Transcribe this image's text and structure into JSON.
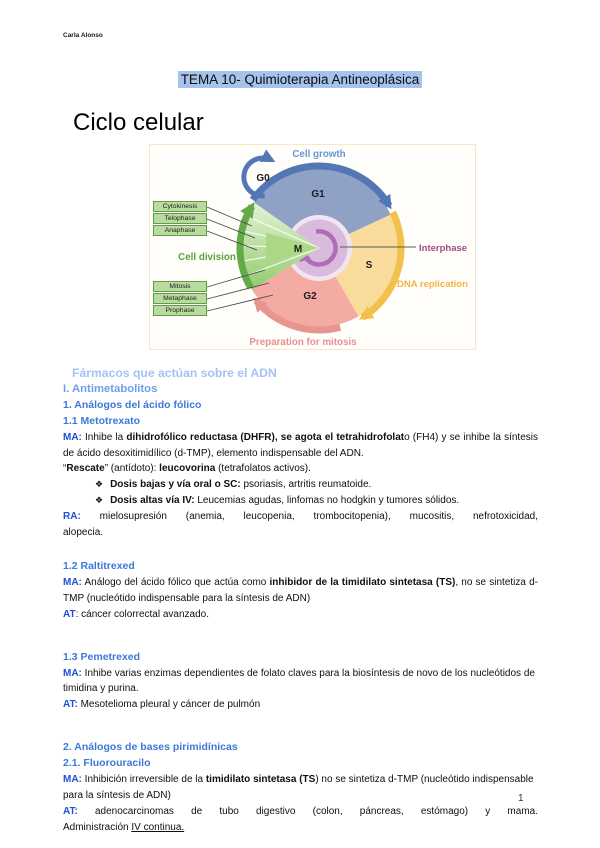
{
  "page": {
    "author": "Carla Alonso",
    "title": "TEMA 10- Quimioterapia Antineoplásica",
    "main_heading": "Ciclo celular",
    "page_number": "1"
  },
  "diagram": {
    "labels": {
      "cell_growth": "Cell growth",
      "g0": "G0",
      "g1": "G1",
      "s": "S",
      "g2": "G2",
      "m": "M",
      "interphase": "Interphase",
      "dna_replication": "DNA replication",
      "preparation_for_mitosis": "Preparation for mitosis",
      "cell_division": "Cell division"
    },
    "mitosis_boxes_top": [
      "Cytokinesis",
      "Telophase",
      "Anaphase"
    ],
    "mitosis_boxes_bottom": [
      "Mitosis",
      "Metaphase",
      "Prophase"
    ],
    "colors": {
      "g1_fill": "#8fa2c6",
      "g1_arc": "#5377b5",
      "s_fill": "#f9dc9c",
      "s_arc": "#f3c04c",
      "g2_fill": "#f4aba4",
      "g2_arc": "#e8958f",
      "m_arc": "#65aa49",
      "m_pointer": "#abd786",
      "center_halo": "#f2e4f0",
      "center_fill": "#d9bbde",
      "center_arrow": "#b06cb5",
      "box_fill": "#b9db9e",
      "box_border": "#5f9e49",
      "label_growth": "#6b96d2",
      "label_interphase": "#a34b80",
      "label_dna": "#f5b33f",
      "label_prep": "#e89090",
      "label_division": "#58a33c",
      "figure_border": "#f8e6c4"
    }
  },
  "content": {
    "bullet_char": "❖",
    "blocks": [
      {
        "type": "h1",
        "name": "heading-farmacos-adn",
        "text": "Fármacos que actúan sobre el ADN"
      },
      {
        "type": "h2",
        "name": "heading-antimetabolitos",
        "text": "I. Antimetabolitos"
      },
      {
        "type": "h3",
        "name": "heading-analogos-acido-folico",
        "text": "1. Análogos del ácido fólico"
      },
      {
        "type": "h3",
        "name": "heading-metotrexato",
        "text": "1.1 Metotrexato"
      },
      {
        "type": "para",
        "justify": true,
        "name": "metotrexato-ma",
        "segments": [
          {
            "t": "MA:",
            "s": "label"
          },
          {
            "t": " Inhibe la "
          },
          {
            "t": "dihidrofólico reductasa (DHFR), se agota el tetrahidrofolat",
            "s": "b"
          },
          {
            "t": "o (FH4) y se inhibe la síntesis de ácido desoxitimidílico (d-TMP), elemento indispensable del ADN."
          }
        ]
      },
      {
        "type": "para",
        "name": "metotrexato-rescate",
        "segments": [
          {
            "t": "“"
          },
          {
            "t": "Rescate",
            "s": "b"
          },
          {
            "t": "” (antídoto): "
          },
          {
            "t": "leucovorina",
            "s": "b"
          },
          {
            "t": " (tetrafolatos activos)."
          }
        ]
      },
      {
        "type": "bullet",
        "name": "metotrexato-dosis-bajas",
        "segments": [
          {
            "t": "Dosis bajas y vía oral o SC:",
            "s": "b"
          },
          {
            "t": " psoriasis, artritis reumatoide."
          }
        ]
      },
      {
        "type": "bullet",
        "name": "metotrexato-dosis-altas",
        "segments": [
          {
            "t": "Dosis altas vía IV:",
            "s": "b"
          },
          {
            "t": " Leucemias agudas, linfomas no hodgkin y tumores sólidos."
          }
        ]
      },
      {
        "type": "para",
        "fullJust": true,
        "name": "metotrexato-ra",
        "segments": [
          {
            "t": "RA:",
            "s": "label"
          },
          {
            "t": " mielosupresión (anemia, leucopenia, trombocitopenia), mucositis, nefrotoxicidad,"
          }
        ]
      },
      {
        "type": "para",
        "name": "metotrexato-ra-cont",
        "segments": [
          {
            "t": "alopecia."
          }
        ]
      },
      {
        "type": "spacer",
        "size": "sm"
      },
      {
        "type": "h3",
        "name": "heading-raltitrexed",
        "text": "1.2 Raltitrexed"
      },
      {
        "type": "para",
        "justify": true,
        "name": "raltitrexed-ma",
        "segments": [
          {
            "t": "MA:",
            "s": "label"
          },
          {
            "t": " Análogo del ácido fólico que actúa como "
          },
          {
            "t": "inhibidor de la timidilato sintetasa (TS)",
            "s": "b"
          },
          {
            "t": ", no se sintetiza d-TMP (nucleótido indispensable para la síntesis de ADN)"
          }
        ]
      },
      {
        "type": "para",
        "name": "raltitrexed-at",
        "segments": [
          {
            "t": "AT",
            "s": "label"
          },
          {
            "t": ": cáncer colorrectal avanzado."
          }
        ]
      },
      {
        "type": "spacer",
        "size": "md"
      },
      {
        "type": "h3",
        "name": "heading-pemetrexed",
        "text": "1.3 Pemetrexed"
      },
      {
        "type": "para",
        "name": "pemetrexed-ma",
        "segments": [
          {
            "t": "MA:",
            "s": "label"
          },
          {
            "t": " Inhibe varias enzimas dependientes de folato claves para la biosíntesis de novo de los nucleótidos de timidina y purina."
          }
        ]
      },
      {
        "type": "para",
        "name": "pemetrexed-at",
        "segments": [
          {
            "t": "AT:",
            "s": "label"
          },
          {
            "t": " Mesotelioma pleural y cáncer de pulmón"
          }
        ]
      },
      {
        "type": "spacer",
        "size": "md"
      },
      {
        "type": "h3",
        "name": "heading-bases-pirimidinicas",
        "text": "2. Análogos de bases pirimidínicas"
      },
      {
        "type": "h3",
        "name": "heading-fluorouracilo",
        "text": "2.1. Fluorouracilo"
      },
      {
        "type": "para",
        "name": "fluorouracilo-ma",
        "segments": [
          {
            "t": "MA:",
            "s": "label"
          },
          {
            "t": " Inhibición irreversible de la "
          },
          {
            "t": "timidilato sintetasa (TS",
            "s": "b"
          },
          {
            "t": ") no se sintetiza d-TMP (nucleótido indispensable para la síntesis de ADN)"
          }
        ]
      },
      {
        "type": "para",
        "fullJust": true,
        "name": "fluorouracilo-at",
        "segments": [
          {
            "t": "AT:",
            "s": "label"
          },
          {
            "t": " adenocarcinomas de tubo digestivo (colon, páncreas, estómago) y mama."
          }
        ]
      },
      {
        "type": "para",
        "name": "fluorouracilo-at-cont",
        "segments": [
          {
            "t": "Administración "
          },
          {
            "t": "IV continua.",
            "s": "u"
          }
        ]
      }
    ]
  }
}
